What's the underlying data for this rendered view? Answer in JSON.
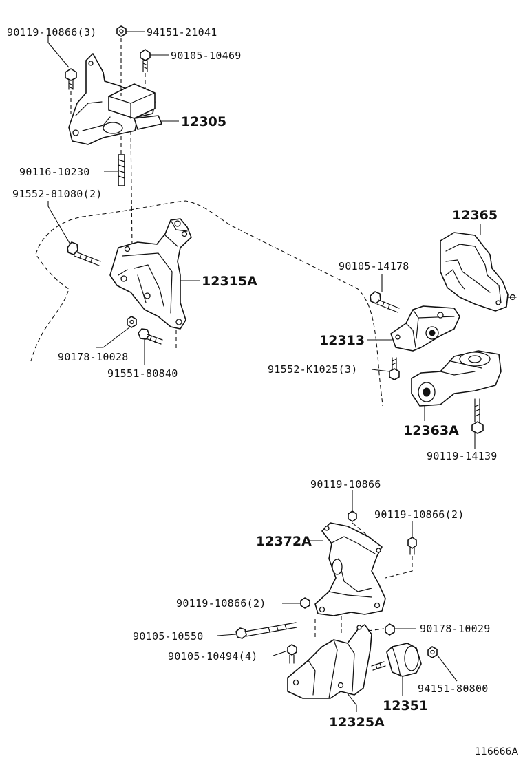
{
  "labels": {
    "l01": "90119-10866(3)",
    "l02": "94151-21041",
    "l03": "90105-10469",
    "l04": "12305",
    "l05": "90116-10230",
    "l06": "91552-81080(2)",
    "l07": "12315A",
    "l08": "90178-10028",
    "l09": "91551-80840",
    "l10": "12365",
    "l11": "90105-14178",
    "l12": "12313",
    "l13": "91552-K1025(3)",
    "l14": "12363A",
    "l15": "90119-14139",
    "l16": "90119-10866",
    "l17": "90119-10866(2)",
    "l18": "12372A",
    "l19": "90119-10866(2)",
    "l20": "90105-10550",
    "l21": "90178-10029",
    "l22": "90105-10494(4)",
    "l23": "94151-80800",
    "l24": "12351",
    "l25": "12325A"
  },
  "footer": {
    "reference": "116666A"
  }
}
